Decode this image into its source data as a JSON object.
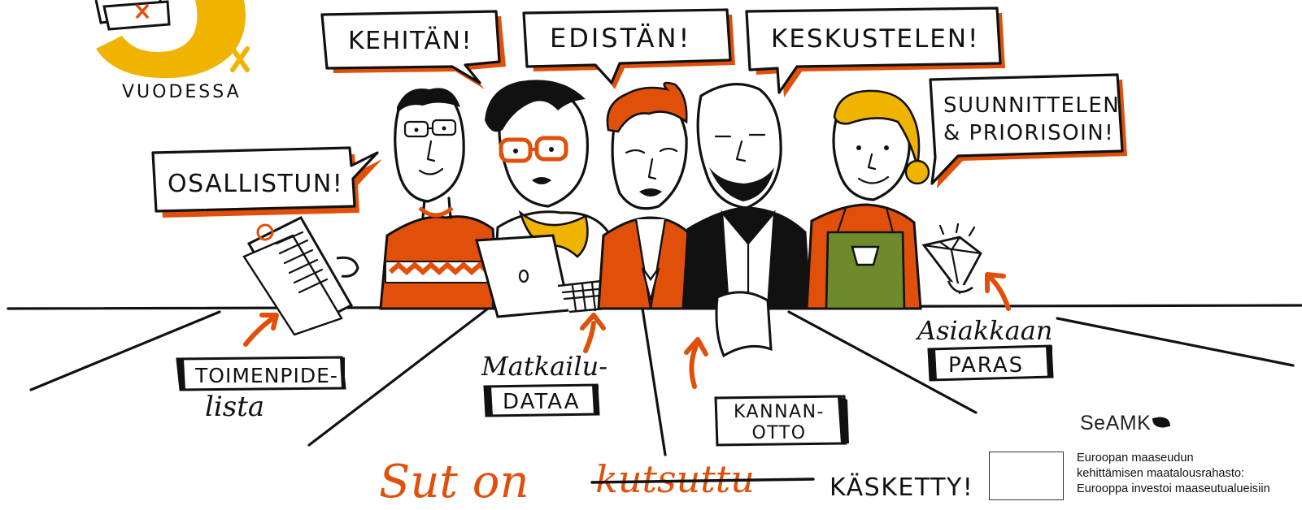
{
  "badge": {
    "text": "VUODESSA"
  },
  "bubbles": {
    "kehitan": "KEHITÄN!",
    "edistan": "EDISTÄN!",
    "keskustelen": "KESKUSTELEN!",
    "suunnittelen_line1": "SUUNNITTELEN",
    "suunnittelen_line2": "& PRIORISOIN!",
    "osallistun": "OSALLISTUN!"
  },
  "labels": {
    "toimenpide_line1": "TOIMENPIDE-",
    "toimenpide_line2": "lista",
    "matkailu_line1": "Matkailu-",
    "matkailu_line2": "DATAA",
    "kannanotto_line1": "KANNAN-",
    "kannanotto_line2": "OTTO",
    "asiakkaan_line1": "Asiakkaan",
    "asiakkaan_line2": "PARAS"
  },
  "tagline": {
    "part1": "Sut on",
    "struck": "kutsuttu",
    "part2": "KÄSKETTY!"
  },
  "logos": {
    "seamk": "SeAMK",
    "eu_line1": "Euroopan maaseudun",
    "eu_line2": "kehittämisen maatalousrahasto:",
    "eu_line3": "Eurooppa investoi maaseutualueisiin"
  },
  "colors": {
    "accent_orange": "#e0500b",
    "yellow": "#f0b400",
    "olive": "#6e8a2b",
    "ink": "#111111"
  }
}
